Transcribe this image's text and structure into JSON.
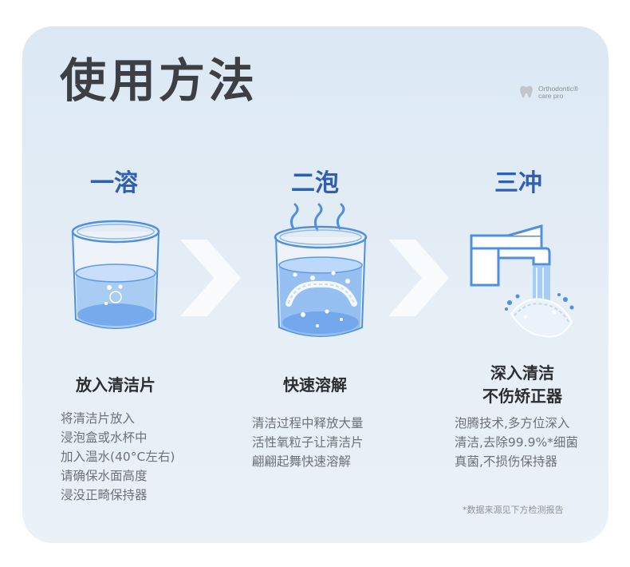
{
  "title": "使用方法",
  "brand": {
    "line1": "Orthodontic®",
    "line2": "care pro"
  },
  "steps": [
    {
      "title": "一溶",
      "heading": [
        "放入清洁片"
      ],
      "body": [
        "将清洁片放入",
        "浸泡盒或水杯中",
        "加入温水(40°C左右)",
        "请确保水面高度",
        "浸没正畸保持器"
      ],
      "icon": "glass-of-water-icon"
    },
    {
      "title": "二泡",
      "heading": [
        "快速溶解"
      ],
      "body": [
        "清洁过程中释放大量",
        "活性氧粒子让清洁片",
        "翩翩起舞快速溶解"
      ],
      "icon": "soaking-retainer-glass-icon"
    },
    {
      "title": "三冲",
      "heading": [
        "深入清洁",
        "不伤矫正器"
      ],
      "body": [
        "泡腾技术,多方位深入",
        "清洁,去除99.9%*细菌",
        "真菌,不损伤保持器"
      ],
      "icon": "faucet-rinse-icon"
    }
  ],
  "footnote": "*数据来源见下方检测报告",
  "colors": {
    "accent": "#2f5fb5",
    "card": "#e3ecf5",
    "title": "#3c3f44"
  }
}
